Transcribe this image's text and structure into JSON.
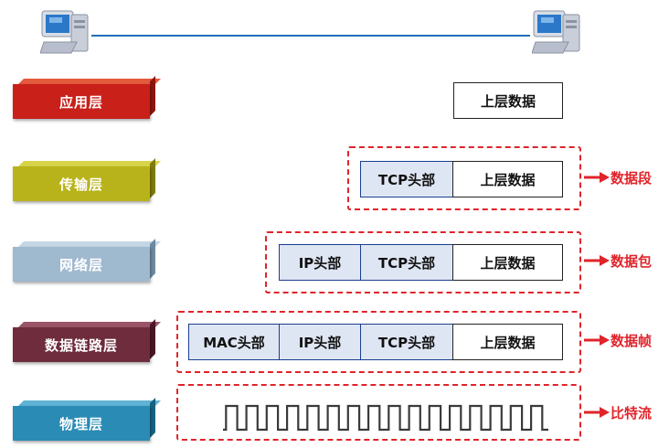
{
  "layers": [
    {
      "label": "应用层",
      "color": "#c9201a",
      "top": "#e35a3c",
      "side": "#8e1410"
    },
    {
      "label": "传输层",
      "color": "#b8b31a",
      "top": "#d8d44a",
      "side": "#7f7b0c"
    },
    {
      "label": "网络层",
      "color": "#9fb9cf",
      "top": "#c4d6e4",
      "side": "#6d8aa1"
    },
    {
      "label": "数据链路层",
      "color": "#6e2c3d",
      "top": "#9a5468",
      "side": "#4a1826"
    },
    {
      "label": "物理层",
      "color": "#2a8bb5",
      "top": "#5fb3d4",
      "side": "#17627f"
    }
  ],
  "application": {
    "data": "上层数据"
  },
  "transport": {
    "tcp": "TCP头部",
    "data": "上层数据",
    "pdu": "数据段"
  },
  "network": {
    "ip": "IP头部",
    "tcp": "TCP头部",
    "data": "上层数据",
    "pdu": "数据包"
  },
  "datalink": {
    "mac": "MAC头部",
    "ip": "IP头部",
    "tcp": "TCP头部",
    "data": "上层数据",
    "pdu": "数据帧"
  },
  "physical": {
    "pdu": "比特流"
  },
  "colors": {
    "accent": "#e0242b",
    "link": "#1f6fb8",
    "header_fill": "#dfe6f3"
  }
}
